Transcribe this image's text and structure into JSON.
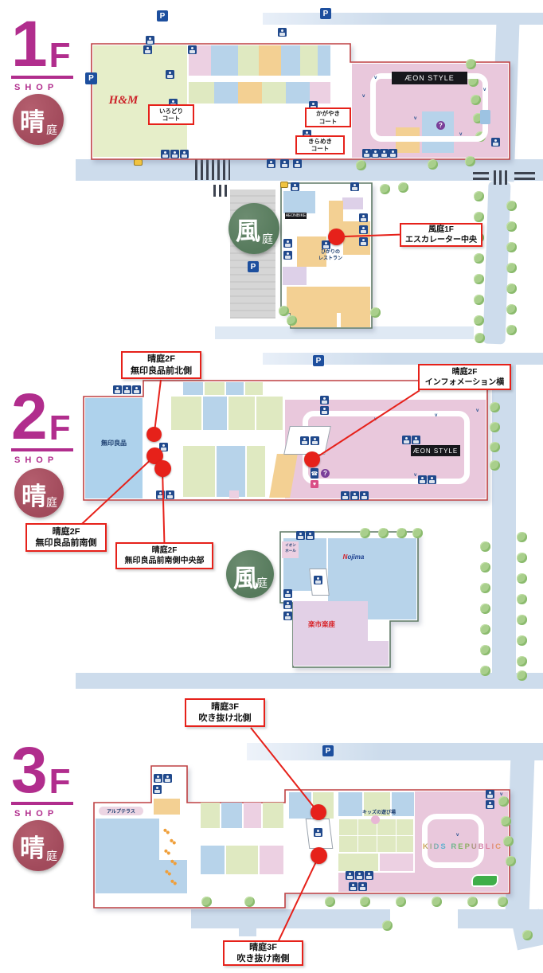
{
  "floors": {
    "f1": {
      "number": "1",
      "suffix": "F",
      "shop": "SHOP"
    },
    "f2": {
      "number": "2",
      "suffix": "F",
      "shop": "SHOP"
    },
    "f3": {
      "number": "3",
      "suffix": "F",
      "shop": "SHOP"
    }
  },
  "badges": {
    "haruniwa": {
      "main": "晴",
      "sub": "庭"
    },
    "kazeniwa": {
      "main": "風",
      "sub": "庭"
    }
  },
  "courts": {
    "irodori": {
      "line1": "いろどり",
      "line2": "コート"
    },
    "kagayaki": {
      "line1": "かがやき",
      "line2": "コート"
    },
    "kirameki": {
      "line1": "きらめき",
      "line2": "コート"
    }
  },
  "stores": {
    "hm": "H&M",
    "aeon_style": "ÆON STYLE",
    "aeon_bike": "AEONBIKE",
    "hikari": {
      "line1": "ひかりの",
      "line2": "レストラン"
    },
    "muji": "無印良品",
    "nojima": {
      "initial": "N",
      "rest": "ojima"
    },
    "aeon_hall": {
      "line1": "イオン",
      "line2": "ホール"
    },
    "rakuichi": "楽市楽座",
    "alp_terrace": "アルプテラス",
    "kids_playground": "キッズの遊び場",
    "kids_republic": "KIDS REPUBLIC"
  },
  "annotations": {
    "kazeniwa_1f": {
      "line1": "風庭1F",
      "line2": "エスカレーター中央"
    },
    "haruniwa_2f_north": {
      "line1": "晴庭2F",
      "line2": "無印良品前北側"
    },
    "haruniwa_2f_info": {
      "line1": "晴庭2F",
      "line2": "インフォメーション横"
    },
    "haruniwa_2f_south": {
      "line1": "晴庭2F",
      "line2": "無印良品前南側"
    },
    "haruniwa_2f_south_center": {
      "line1": "晴庭2F",
      "line2": "無印良品前南側中央部"
    },
    "haruniwa_3f_north": {
      "line1": "晴庭3F",
      "line2": "吹き抜け北側"
    },
    "haruniwa_3f_south": {
      "line1": "晴庭3F",
      "line2": "吹き抜け南側"
    }
  },
  "icons": {
    "parking": "P",
    "question": "?",
    "phone": "☎",
    "heart": "♥",
    "v": "v"
  },
  "colors": {
    "accent_red": "#e6211a",
    "magenta": "#b12d8d",
    "rose_badge": "#a14a5b",
    "green_badge": "#567a5c",
    "road": "#cddcec",
    "navy": "#20498c"
  }
}
